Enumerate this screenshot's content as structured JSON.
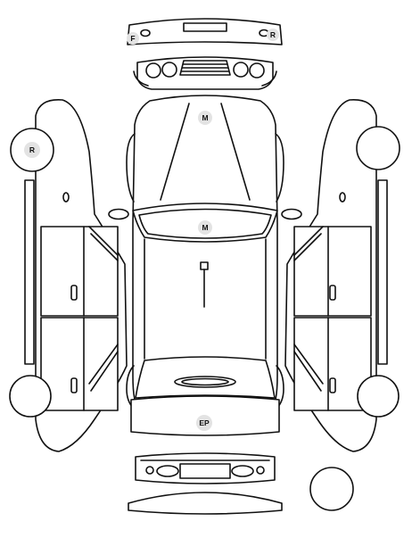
{
  "diagram": {
    "labels": {
      "front_bumper_left": "F",
      "front_bumper_right": "R",
      "hood": "M",
      "roof": "M",
      "trunk": "EP",
      "left_wheel": "R"
    },
    "colors": {
      "stroke": "#111111",
      "badge": "#e3e3e3",
      "background": "#ffffff"
    }
  }
}
